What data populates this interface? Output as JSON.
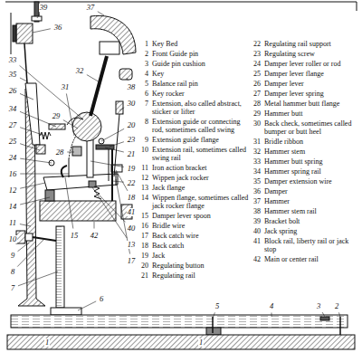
{
  "diagram": {
    "labels": [
      "1",
      "Key Bed",
      "2",
      "Front Guide pin",
      "3",
      "Guide pin cushion",
      "4",
      "Key",
      "5",
      "Balance rail pin",
      "6",
      "Key rocker",
      "7",
      "Extension, also called abstract, sticker or lifter",
      "8",
      "Extension guide or connecting rod, sometimes called swing",
      "9",
      "Extension guide flange",
      "10",
      "Extension rail, sometimes called swing rail",
      "11",
      "Iron action bracket",
      "12",
      "Wippen jack rocker",
      "13",
      "Jack flange",
      "14",
      "Wippen flange, sometimes called jack rocker flange",
      "15",
      "Damper lever spoon",
      "16",
      "Bridle wire",
      "17",
      "Back catch wire",
      "18",
      "Back catch",
      "19",
      "Jack",
      "20",
      "Regulating button",
      "21",
      "Regulating rail",
      "22",
      "Regulating rail support",
      "23",
      "Regulating screw",
      "24",
      "Damper lever roller or rod",
      "25",
      "Damper lever flange",
      "26",
      "Damper lever",
      "27",
      "Damper lever spring",
      "28",
      "Metal hammer butt flange",
      "29",
      "Hammer butt",
      "30",
      "Back check, sometimes called bumper or butt heel",
      "31",
      "Bridle ribbon",
      "32",
      "Hammer stem",
      "33",
      "Hammer butt spring",
      "34",
      "Hammer spring rail",
      "35",
      "Damper extension wire",
      "36",
      "Damper",
      "37",
      "Hammer",
      "38",
      "Hammer stem rail",
      "39",
      "Bracket bolt",
      "40",
      "Jack spring",
      "41",
      "Block rail, liberty rail or jack stop",
      "42",
      "Main or center rail",
      "39",
      "37",
      "36",
      "32",
      "33",
      "35",
      "26",
      "34",
      "27",
      "25",
      "24",
      "16",
      "12",
      "14",
      "11",
      "10",
      "9",
      "8",
      "7",
      "31",
      "29",
      "28",
      "15",
      "42",
      "6",
      "38",
      "30",
      "20",
      "23",
      "21",
      "19",
      "22",
      "18",
      "41",
      "40",
      "13",
      "17",
      "4",
      "5",
      "3",
      "2",
      "1",
      "1"
    ]
  }
}
